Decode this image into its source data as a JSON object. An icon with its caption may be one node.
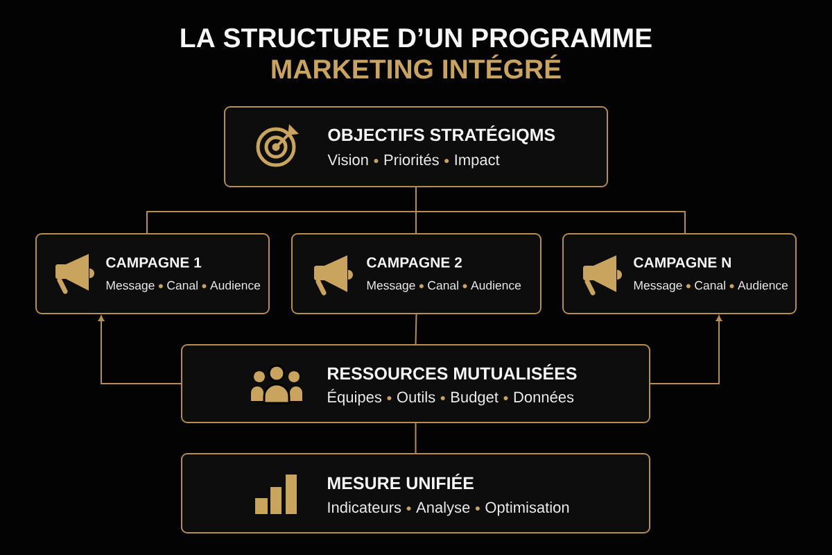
{
  "diagram": {
    "title": "LA STRUCTURE D’UN PROGRAMME",
    "nodes": [
      {
        "text": [
          "OBJECTIFS STRATÉGIQMS",
          "Vision",
          "Priorités",
          "Impact"
        ]
      },
      {
        "text": [
          "CAMPAGNE 1",
          "Message",
          "Canal",
          "Audience"
        ]
      },
      {
        "text": [
          "CAMPAGNE 2",
          "Message",
          "Canal",
          "Audience"
        ]
      },
      {
        "text": [
          "CAMPAGNE N",
          "Message",
          "Canal",
          "Audience"
        ]
      },
      {
        "text": [
          "RESSOURCES MUTUALISÉES",
          "Équipes",
          "Outils",
          "Budget",
          "Données"
        ]
      },
      {
        "text": [
          "MESURE UNIFIÉE",
          "Indicateurs",
          "Analyse",
          "Optimisation"
        ]
      }
    ],
    "edges": [
      {
        "from": 0,
        "to": 1,
        "arrow": "none"
      },
      {
        "from": 0,
        "to": 2,
        "arrow": "none"
      },
      {
        "from": 0,
        "to": 3,
        "arrow": "none"
      },
      {
        "from": 2,
        "to": 4,
        "arrow": "none"
      },
      {
        "from": 4,
        "to": 1,
        "arrow": "to"
      },
      {
        "from": 4,
        "to": 3,
        "arrow": "to"
      },
      {
        "from": 4,
        "to": 5,
        "arrow": "none"
      }
    ],
    "labels": [
      "MARKETING INTÉGRÉ"
    ]
  }
}
